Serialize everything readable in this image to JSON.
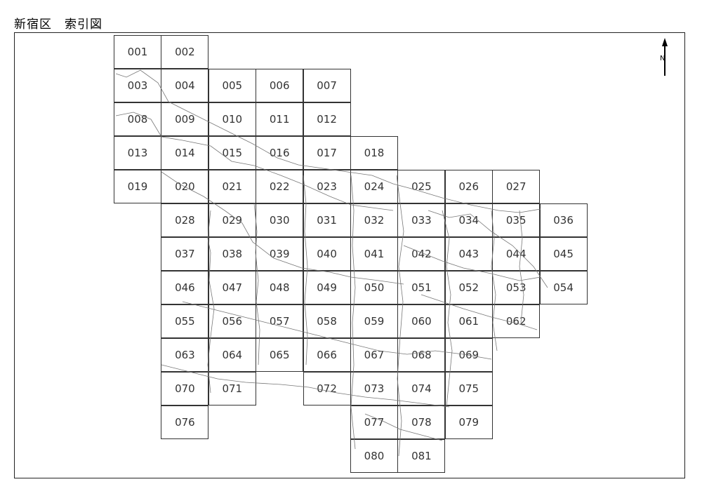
{
  "title": "新宿区　索引図",
  "north_glyph": "N",
  "cells": [
    {
      "id": "001",
      "col": 0,
      "row": 0
    },
    {
      "id": "002",
      "col": 1,
      "row": 0
    },
    {
      "id": "003",
      "col": 0,
      "row": 1
    },
    {
      "id": "004",
      "col": 1,
      "row": 1
    },
    {
      "id": "005",
      "col": 2,
      "row": 1
    },
    {
      "id": "006",
      "col": 3,
      "row": 1
    },
    {
      "id": "007",
      "col": 4,
      "row": 1
    },
    {
      "id": "008",
      "col": 0,
      "row": 2
    },
    {
      "id": "009",
      "col": 1,
      "row": 2
    },
    {
      "id": "010",
      "col": 2,
      "row": 2
    },
    {
      "id": "011",
      "col": 3,
      "row": 2
    },
    {
      "id": "012",
      "col": 4,
      "row": 2
    },
    {
      "id": "013",
      "col": 0,
      "row": 3
    },
    {
      "id": "014",
      "col": 1,
      "row": 3
    },
    {
      "id": "015",
      "col": 2,
      "row": 3
    },
    {
      "id": "016",
      "col": 3,
      "row": 3
    },
    {
      "id": "017",
      "col": 4,
      "row": 3
    },
    {
      "id": "018",
      "col": 5,
      "row": 3
    },
    {
      "id": "019",
      "col": 0,
      "row": 4
    },
    {
      "id": "020",
      "col": 1,
      "row": 4
    },
    {
      "id": "021",
      "col": 2,
      "row": 4
    },
    {
      "id": "022",
      "col": 3,
      "row": 4
    },
    {
      "id": "023",
      "col": 4,
      "row": 4
    },
    {
      "id": "024",
      "col": 5,
      "row": 4
    },
    {
      "id": "025",
      "col": 6,
      "row": 4
    },
    {
      "id": "026",
      "col": 7,
      "row": 4
    },
    {
      "id": "027",
      "col": 8,
      "row": 4
    },
    {
      "id": "028",
      "col": 1,
      "row": 5
    },
    {
      "id": "029",
      "col": 2,
      "row": 5
    },
    {
      "id": "030",
      "col": 3,
      "row": 5
    },
    {
      "id": "031",
      "col": 4,
      "row": 5
    },
    {
      "id": "032",
      "col": 5,
      "row": 5
    },
    {
      "id": "033",
      "col": 6,
      "row": 5
    },
    {
      "id": "034",
      "col": 7,
      "row": 5
    },
    {
      "id": "035",
      "col": 8,
      "row": 5
    },
    {
      "id": "036",
      "col": 9,
      "row": 5
    },
    {
      "id": "037",
      "col": 1,
      "row": 6
    },
    {
      "id": "038",
      "col": 2,
      "row": 6
    },
    {
      "id": "039",
      "col": 3,
      "row": 6
    },
    {
      "id": "040",
      "col": 4,
      "row": 6
    },
    {
      "id": "041",
      "col": 5,
      "row": 6
    },
    {
      "id": "042",
      "col": 6,
      "row": 6
    },
    {
      "id": "043",
      "col": 7,
      "row": 6
    },
    {
      "id": "044",
      "col": 8,
      "row": 6
    },
    {
      "id": "045",
      "col": 9,
      "row": 6
    },
    {
      "id": "046",
      "col": 1,
      "row": 7
    },
    {
      "id": "047",
      "col": 2,
      "row": 7
    },
    {
      "id": "048",
      "col": 3,
      "row": 7
    },
    {
      "id": "049",
      "col": 4,
      "row": 7
    },
    {
      "id": "050",
      "col": 5,
      "row": 7
    },
    {
      "id": "051",
      "col": 6,
      "row": 7
    },
    {
      "id": "052",
      "col": 7,
      "row": 7
    },
    {
      "id": "053",
      "col": 8,
      "row": 7
    },
    {
      "id": "054",
      "col": 9,
      "row": 7
    },
    {
      "id": "055",
      "col": 1,
      "row": 8
    },
    {
      "id": "056",
      "col": 2,
      "row": 8
    },
    {
      "id": "057",
      "col": 3,
      "row": 8
    },
    {
      "id": "058",
      "col": 4,
      "row": 8
    },
    {
      "id": "059",
      "col": 5,
      "row": 8
    },
    {
      "id": "060",
      "col": 6,
      "row": 8
    },
    {
      "id": "061",
      "col": 7,
      "row": 8
    },
    {
      "id": "062",
      "col": 8,
      "row": 8
    },
    {
      "id": "063",
      "col": 1,
      "row": 9
    },
    {
      "id": "064",
      "col": 2,
      "row": 9
    },
    {
      "id": "065",
      "col": 3,
      "row": 9
    },
    {
      "id": "066",
      "col": 4,
      "row": 9
    },
    {
      "id": "067",
      "col": 5,
      "row": 9
    },
    {
      "id": "068",
      "col": 6,
      "row": 9
    },
    {
      "id": "069",
      "col": 7,
      "row": 9
    },
    {
      "id": "070",
      "col": 1,
      "row": 10
    },
    {
      "id": "071",
      "col": 2,
      "row": 10
    },
    {
      "id": "072",
      "col": 4,
      "row": 10
    },
    {
      "id": "073",
      "col": 5,
      "row": 10
    },
    {
      "id": "074",
      "col": 6,
      "row": 10
    },
    {
      "id": "075",
      "col": 7,
      "row": 10
    },
    {
      "id": "076",
      "col": 1,
      "row": 11
    },
    {
      "id": "077",
      "col": 5,
      "row": 11
    },
    {
      "id": "078",
      "col": 6,
      "row": 11
    },
    {
      "id": "079",
      "col": 7,
      "row": 11
    },
    {
      "id": "080",
      "col": 5,
      "row": 12
    },
    {
      "id": "081",
      "col": 6,
      "row": 12
    }
  ]
}
